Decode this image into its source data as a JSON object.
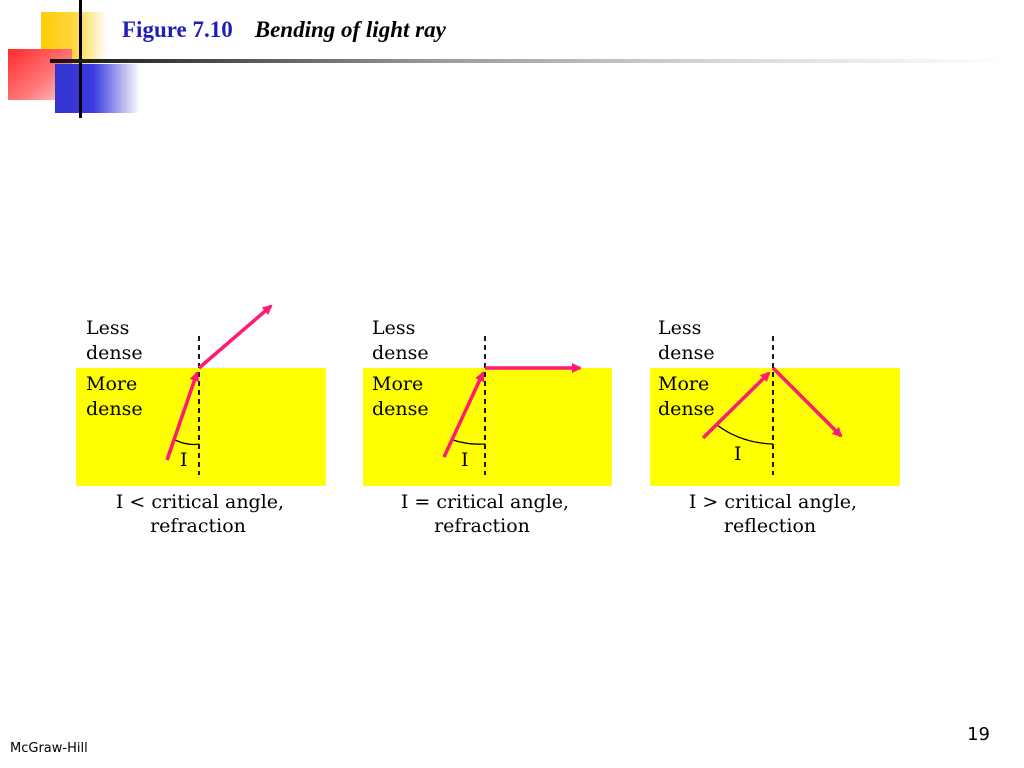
{
  "slide": {
    "figure_number": "Figure 7.10",
    "figure_caption": "Bending of light ray",
    "publisher": "McGraw-Hill",
    "page_number": "19"
  },
  "colors": {
    "dense_medium": "#ffff00",
    "ray": "#ff1a75",
    "title_blue": "#1f1fb8"
  },
  "panels": [
    {
      "less_dense": [
        "Less",
        "dense"
      ],
      "more_dense": [
        "More",
        "dense"
      ],
      "angle_label": "I",
      "caption": [
        "I < critical angle,",
        "refraction"
      ]
    },
    {
      "less_dense": [
        "Less",
        "dense"
      ],
      "more_dense": [
        "More",
        "dense"
      ],
      "angle_label": "I",
      "caption": [
        "I = critical angle,",
        "refraction"
      ]
    },
    {
      "less_dense": [
        "Less",
        "dense"
      ],
      "more_dense": [
        "More",
        "dense"
      ],
      "angle_label": "I",
      "caption": [
        "I > critical angle,",
        "reflection"
      ]
    }
  ]
}
